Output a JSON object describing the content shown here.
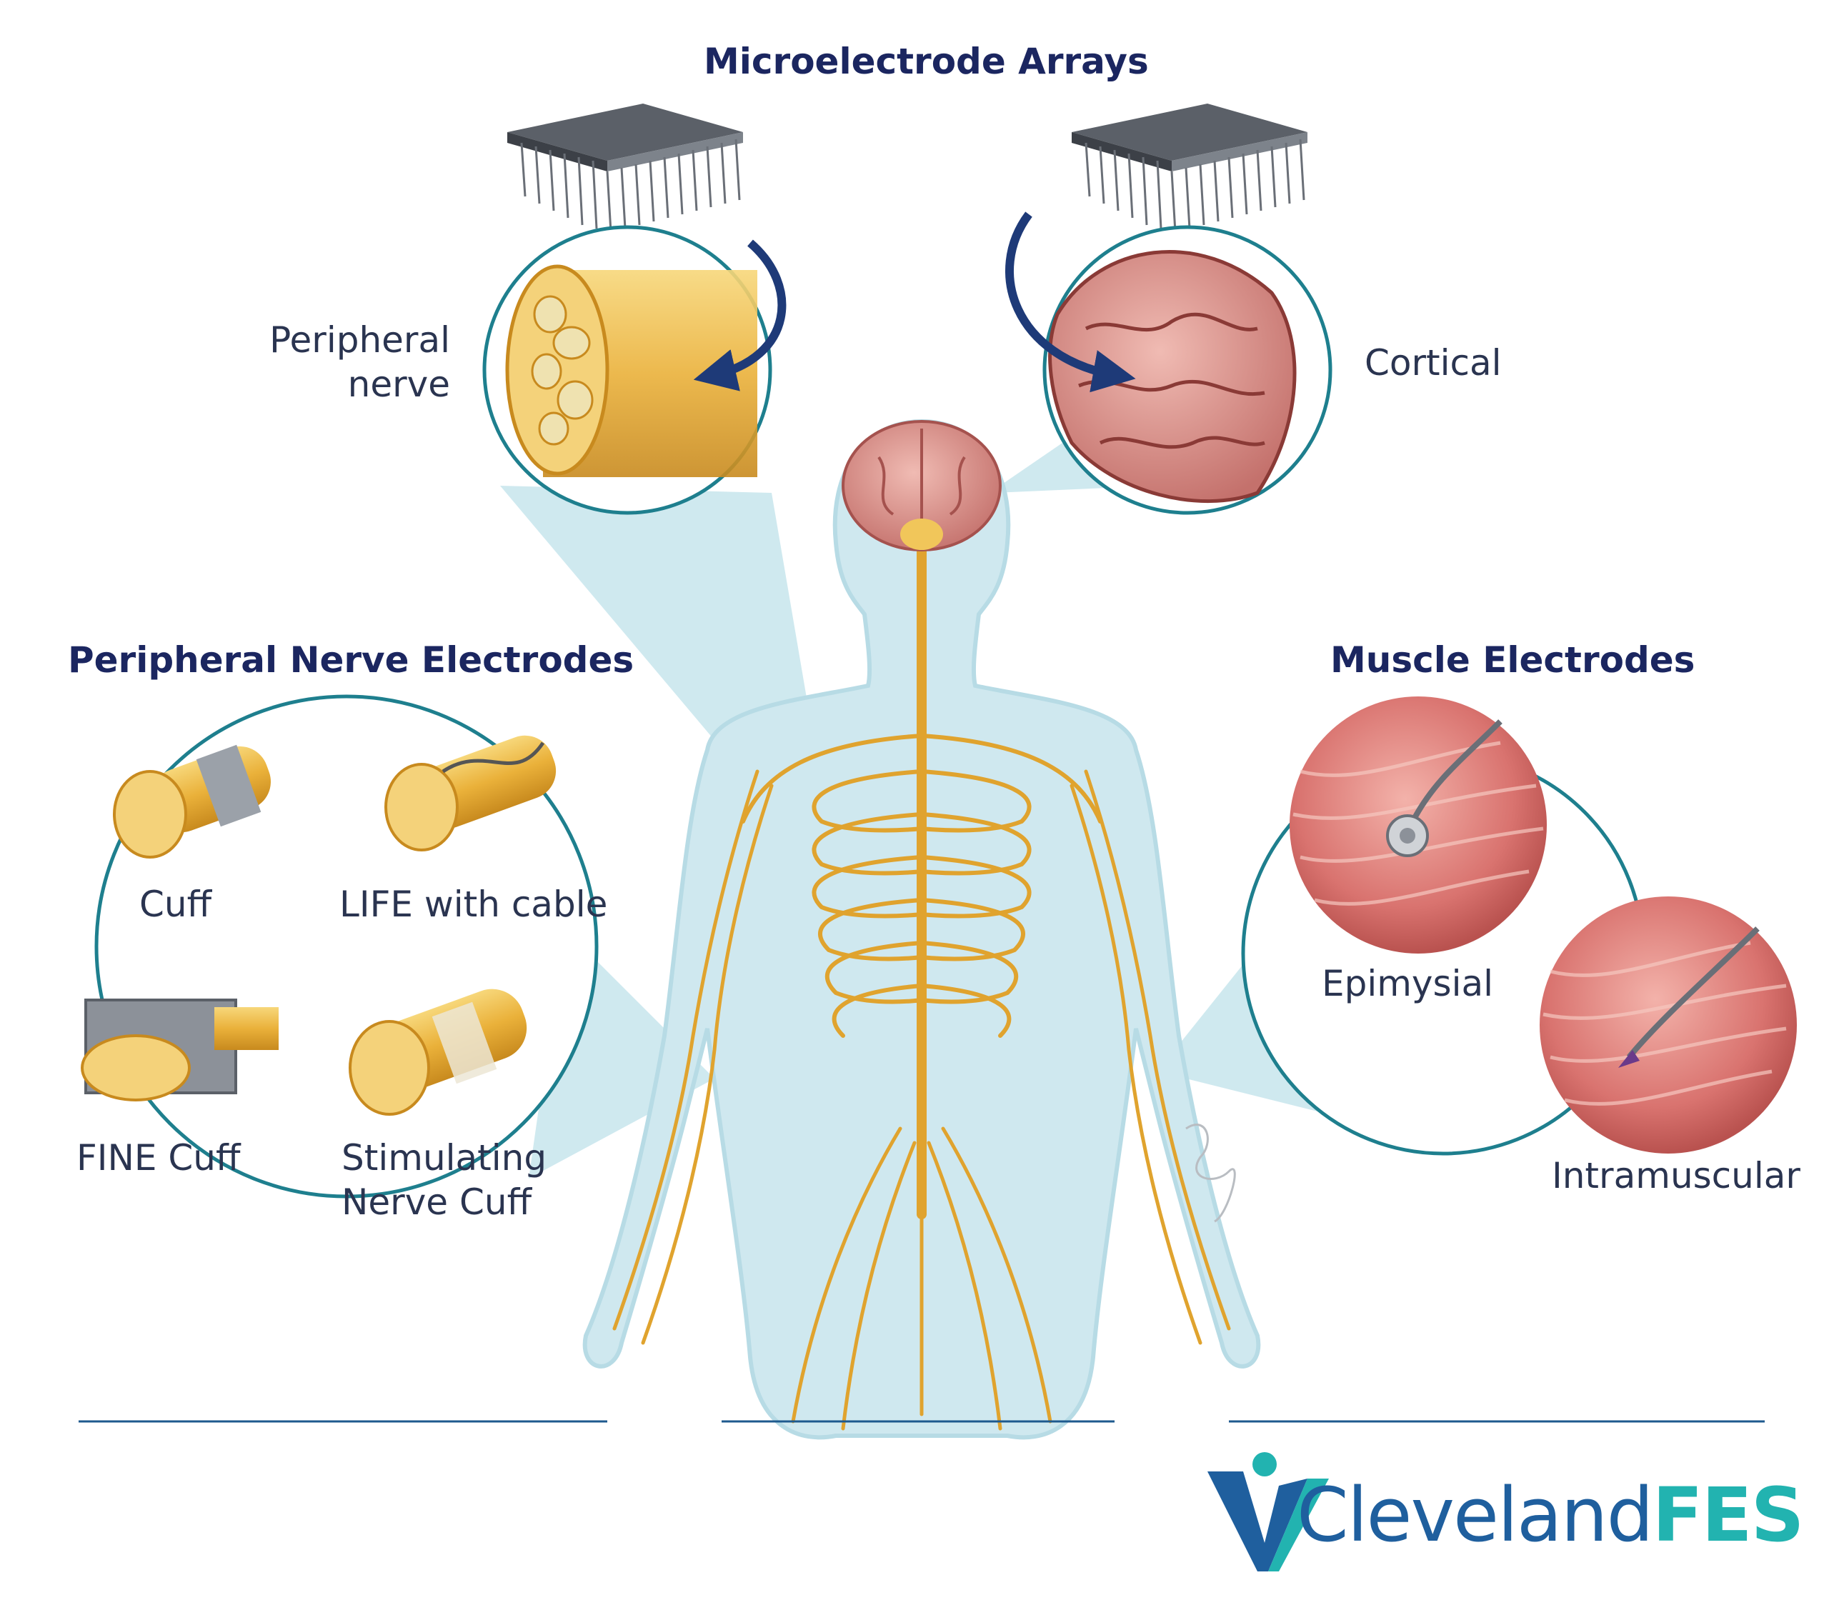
{
  "headings": {
    "microelectrode_arrays": "Microelectrode Arrays",
    "peripheral_nerve_electrodes": "Peripheral Nerve Electrodes",
    "muscle_electrodes": "Muscle Electrodes"
  },
  "labels": {
    "peripheral_nerve_line1": "Peripheral",
    "peripheral_nerve_line2": "nerve",
    "cortical": "Cortical",
    "cuff": "Cuff",
    "life_with_cable": "LIFE with cable",
    "fine_cuff": "FINE Cuff",
    "stimulating_line1": "Stimulating",
    "stimulating_line2": "Nerve Cuff",
    "epimysial": "Epimysial",
    "intramuscular": "Intramuscular"
  },
  "logo": {
    "part1": "Cleveland",
    "part2": "FES"
  },
  "colors": {
    "heading": "#1b2660",
    "circle_outline": "#1e7f8e",
    "arrow": "#1e3a78",
    "body_fill": "#cfe8ef",
    "nerve": "#e8b43a",
    "nerve_bundle": "#f1c65a",
    "brain": "#d48a86",
    "muscle": "#d9736f",
    "logo_blue": "#1f5f9e",
    "logo_teal": "#22b3b0"
  }
}
